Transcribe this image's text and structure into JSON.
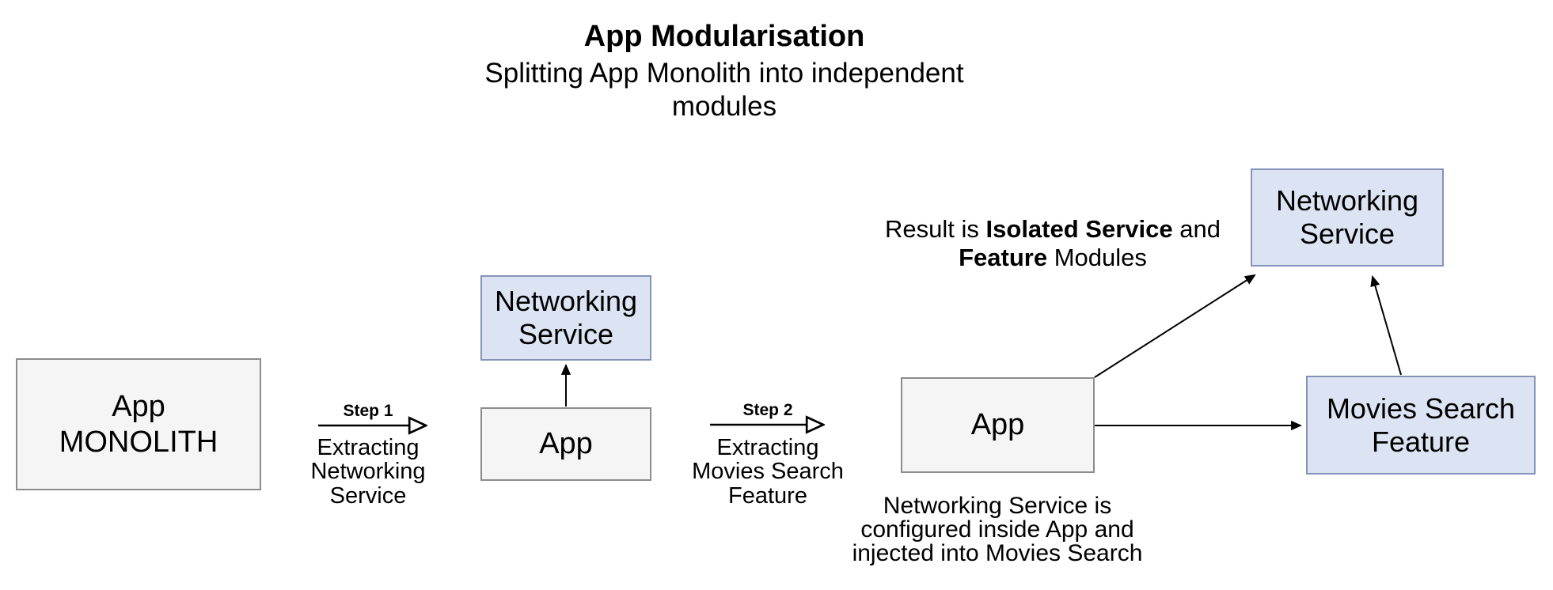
{
  "title": {
    "heading": "App Modularisation",
    "subtitle": "Splitting App Monolith into independent\nmodules"
  },
  "stage1": {
    "monolith_label": "App\nMONOLITH"
  },
  "step1": {
    "label": "Step 1",
    "description": "Extracting\nNetworking\nService"
  },
  "stage2": {
    "networking_service_label": "Networking\nService",
    "app_label": "App"
  },
  "step2": {
    "label": "Step 2",
    "description": "Extracting\nMovies Search\nFeature"
  },
  "stage3": {
    "app_label": "App",
    "networking_service_label": "Networking\nService",
    "movies_search_label": "Movies Search\nFeature",
    "result_note": {
      "text_1": "Result is ",
      "bold_1": "Isolated Service",
      "text_2": " and",
      "bold_2": "Feature",
      "text_3": " Modules"
    },
    "config_note": "Networking Service is\nconfigured inside App and\ninjected into Movies Search"
  },
  "colors": {
    "module_fill": "#dce3f3",
    "module_border": "#8494b8",
    "app_fill": "#f5f5f5",
    "app_border": "#8c8c8c",
    "arrow": "#000000"
  }
}
